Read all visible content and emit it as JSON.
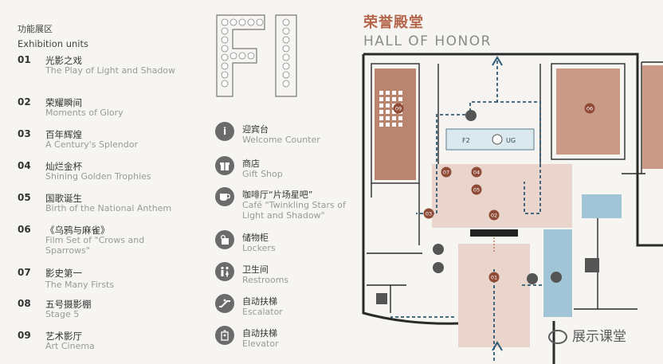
{
  "units_header": {
    "cn": "功能展区",
    "en": "Exhibition units"
  },
  "units": [
    {
      "num": "01",
      "cn": "光影之戏",
      "en": "The Play of Light and Shadow"
    },
    {
      "num": "02",
      "cn": "荣耀瞬间",
      "en": "Moments of Glory"
    },
    {
      "num": "03",
      "cn": "百年辉煌",
      "en": "A Century's Splendor"
    },
    {
      "num": "04",
      "cn": "灿烂金杯",
      "en": "Shining Golden Trophies"
    },
    {
      "num": "05",
      "cn": "国歌诞生",
      "en": "Birth of the National Anthem"
    },
    {
      "num": "06",
      "cn": "《乌鸦与麻雀》",
      "en": "Film Set of \"Crows and Sparrows\""
    },
    {
      "num": "07",
      "cn": "影史第一",
      "en": "The Many Firsts"
    },
    {
      "num": "08",
      "cn": "五号摄影棚",
      "en": "Stage 5"
    },
    {
      "num": "09",
      "cn": "艺术影厅",
      "en": "Art Cinema"
    }
  ],
  "facilities": [
    {
      "icon": "info-icon",
      "cn": "迎宾台",
      "en": "Welcome Counter"
    },
    {
      "icon": "gift-icon",
      "cn": "商店",
      "en": "Gift Shop"
    },
    {
      "icon": "cafe-icon",
      "cn": "咖啡厅“片场星吧”",
      "en": "Café \"Twinkling Stars of Light and Shadow\""
    },
    {
      "icon": "locker-icon",
      "cn": "储物柜",
      "en": "Lockers"
    },
    {
      "icon": "restroom-icon",
      "cn": "卫生间",
      "en": "Restrooms"
    },
    {
      "icon": "escalator-icon",
      "cn": "自动扶梯",
      "en": "Escalator"
    },
    {
      "icon": "elevator-icon",
      "cn": "自动扶梯",
      "en": "Elevator"
    }
  ],
  "hall": {
    "cn": "荣誉殿堂",
    "en": "HALL OF HONOR"
  },
  "map_labels": {
    "f2": "F2",
    "ug": "UG",
    "markers": [
      "09",
      "06",
      "07",
      "04",
      "05",
      "03",
      "02",
      "01"
    ]
  },
  "watermark": "展示课堂",
  "colors": {
    "accent": "#b5654a",
    "marker": "#8f4b36",
    "zone_pink": "#ead5cc",
    "zone_blue": "#9fc5d6",
    "zone_brown": "#c99a85",
    "zone_brown2": "#b98470"
  }
}
